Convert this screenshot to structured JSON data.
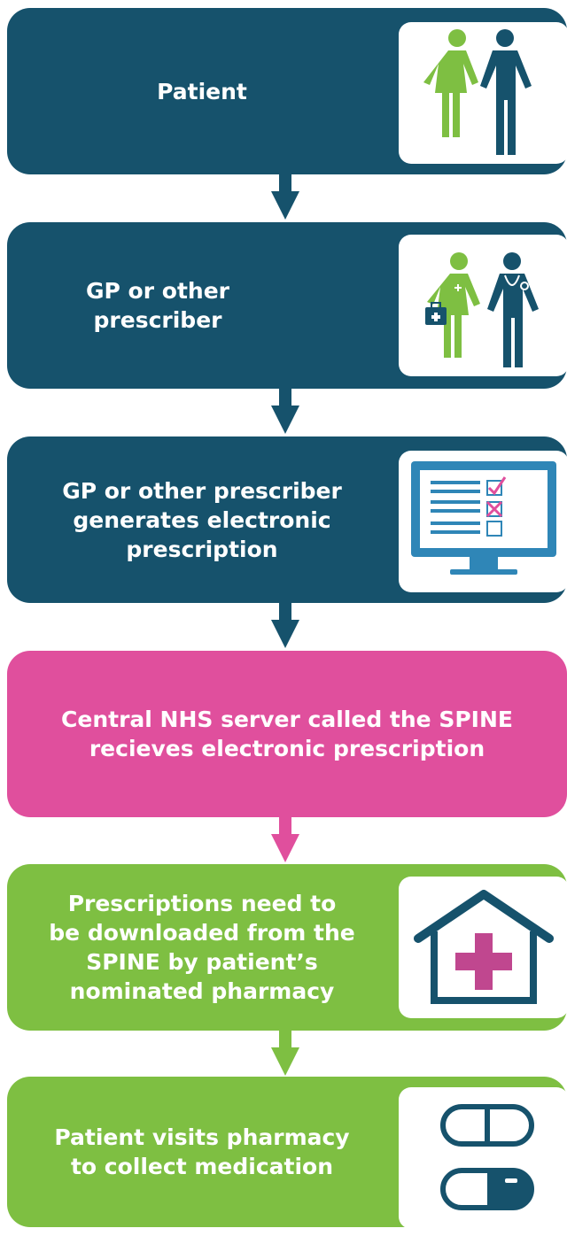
{
  "colors": {
    "navy": "#16526c",
    "pink": "#e04f9d",
    "green": "#7ebf42",
    "white": "#ffffff"
  },
  "steps": [
    {
      "label": "Patient",
      "color": "navy",
      "icon": "patient-couple-icon"
    },
    {
      "label": "GP or other\nprescriber",
      "color": "navy",
      "icon": "doctor-nurse-icon"
    },
    {
      "label": "GP or other prescriber\ngenerates electronic\nprescription",
      "color": "navy",
      "icon": "computer-checklist-icon"
    },
    {
      "label": "Central NHS server called the SPINE\nrecieves electronic prescription",
      "color": "pink",
      "icon": ""
    },
    {
      "label": "Prescriptions need to\nbe downloaded from the\nSPINE by patient’s\nnominated pharmacy",
      "color": "green",
      "icon": "pharmacy-house-icon"
    },
    {
      "label": "Patient visits pharmacy\nto collect medication",
      "color": "green",
      "icon": "pills-icon"
    }
  ]
}
